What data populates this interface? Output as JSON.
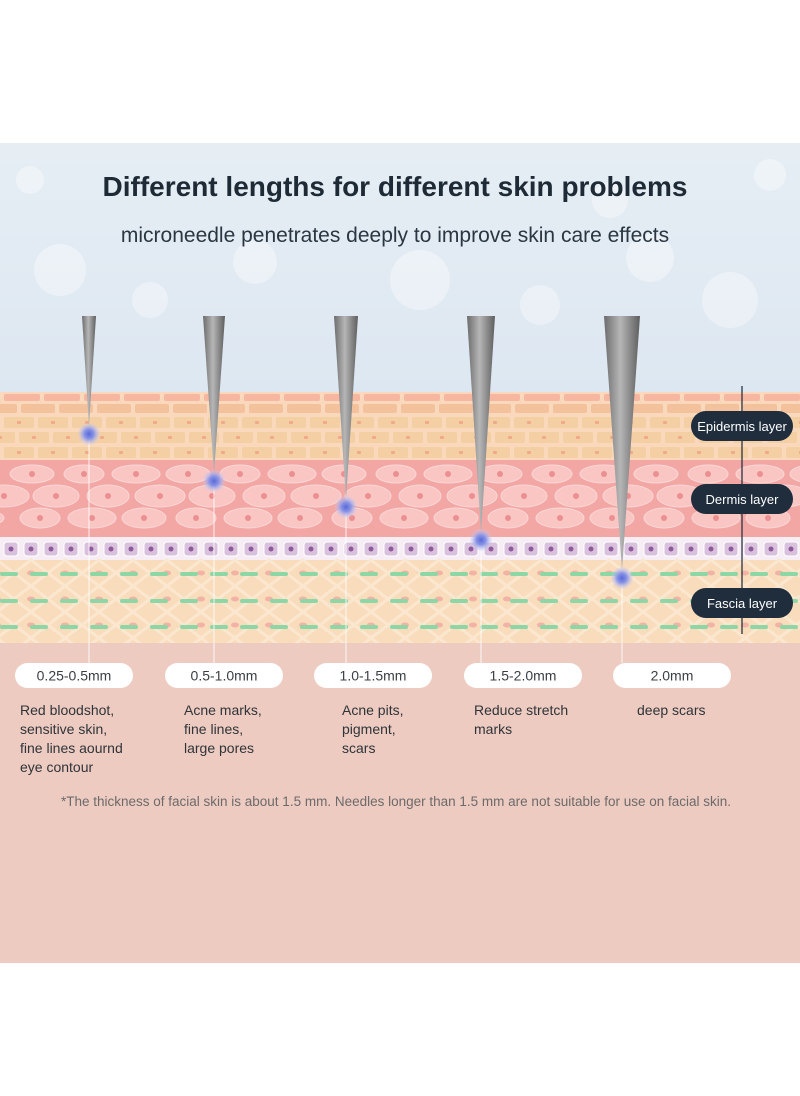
{
  "header": {
    "title": "Different lengths for different skin problems",
    "subtitle": "microneedle penetrates deeply to improve skin care effects"
  },
  "layers": [
    {
      "label": "Epidermis layer"
    },
    {
      "label": "Dermis layer"
    },
    {
      "label": "Fascia layer"
    }
  ],
  "needles": [
    {
      "length": "0.25-0.5mm",
      "description": [
        "Red bloodshot,",
        "sensitive skin,",
        "fine lines aournd",
        "eye contour"
      ]
    },
    {
      "length": "0.5-1.0mm",
      "description": [
        "Acne marks,",
        "fine lines,",
        "large pores"
      ]
    },
    {
      "length": "1.0-1.5mm",
      "description": [
        "Acne pits,",
        "pigment,",
        "scars"
      ]
    },
    {
      "length": "1.5-2.0mm",
      "description": [
        "Reduce stretch",
        "marks"
      ]
    },
    {
      "length": "2.0mm",
      "description": [
        "deep scars"
      ]
    }
  ],
  "footnote": "*The thickness of facial skin is about 1.5 mm. Needles longer than 1.5 mm are not suitable for use on facial skin.",
  "colors": {
    "sky_top": "#e3ecf3",
    "epidermis": "#f6c7a3",
    "dermis": "#f4a6a2",
    "basal_band": "#f3e6f0",
    "fascia": "#f8d7b5",
    "fascia_line": "#8dd6a6",
    "bottom_panel": "#edcbc1",
    "label_bg": "#1f2d3d",
    "needle": "#8d8d8d",
    "dot": "#7a86e0"
  }
}
